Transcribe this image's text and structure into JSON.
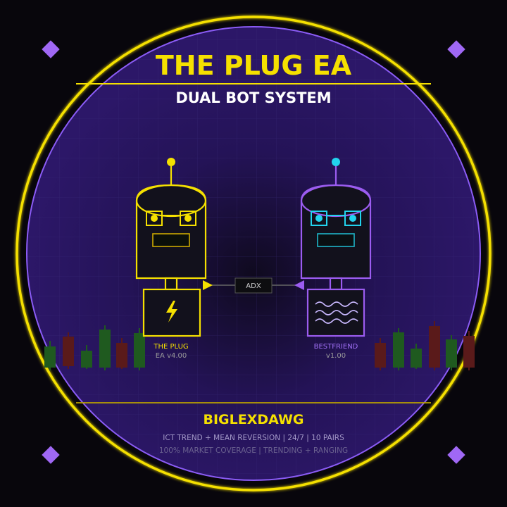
{
  "header": {
    "title": "THE PLUG EA",
    "subtitle": "DUAL BOT SYSTEM"
  },
  "bots": {
    "left": {
      "name": "THE PLUG",
      "version": "EA v4.00",
      "color": "#f5e000",
      "icon": "lightning-bolt-icon"
    },
    "right": {
      "name": "BESTFRIEND",
      "version": "v1.00",
      "color": "#9b5cf0",
      "eye_color": "#22d3ee",
      "icon": "wave-icon"
    }
  },
  "connector": {
    "label": "ADX"
  },
  "footer": {
    "author": "BIGLEXDAWG",
    "tagline": "ICT TREND + MEAN REVERSION | 24/7 | 10 PAIRS",
    "coverage": "100% MARKET COVERAGE | TRENDING + RANGING"
  },
  "colors": {
    "accent_yellow": "#f5e000",
    "accent_purple": "#8b5cf6",
    "candle_green": "#1f5a1f",
    "candle_red": "#5a1a1a",
    "badge": "#a068f5"
  }
}
